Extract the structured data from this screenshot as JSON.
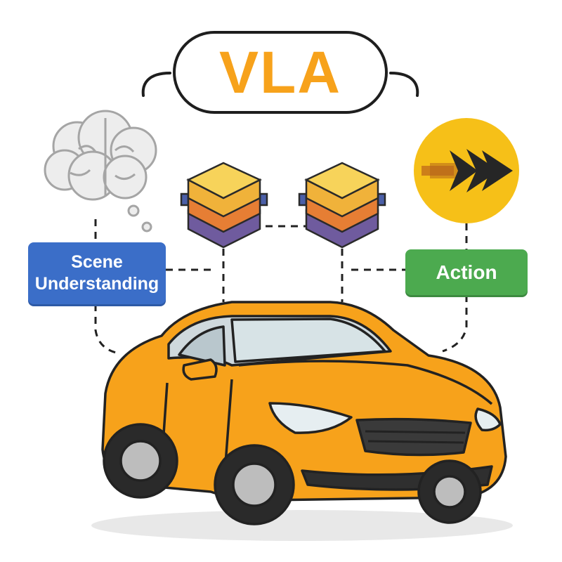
{
  "title": "VLA",
  "nodes": {
    "scene_understanding": "Scene\nUnderstanding",
    "action": "Action"
  },
  "icons": {
    "brain": "brain-icon",
    "model_block_left": "model-block-icon",
    "model_block_right": "model-block-icon",
    "action_arrow": "fast-arrow-icon",
    "car": "car-icon"
  },
  "colors": {
    "title": "#f7a21b",
    "scene_box": "#3b6ec8",
    "action_box": "#4caa4f",
    "car_body": "#f7a21b",
    "action_circle": "#f6c018",
    "block_top": "#f4c534",
    "block_middle": "#e67e34",
    "block_bottom": "#6f5b9e"
  }
}
